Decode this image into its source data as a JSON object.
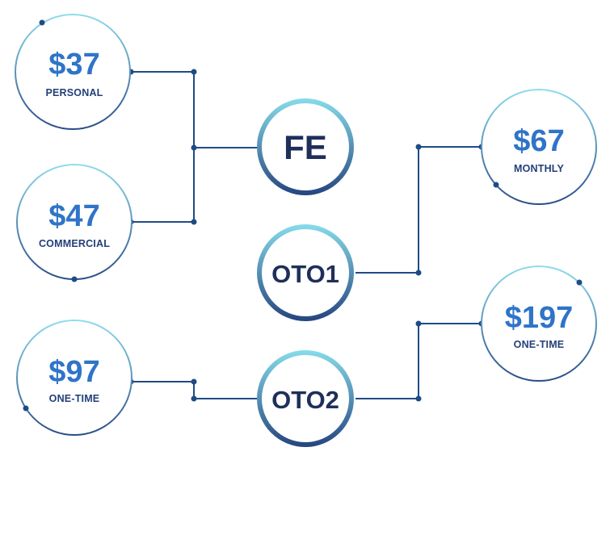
{
  "colors": {
    "spine_top": "#7fd9e6",
    "spine_bottom": "#2a4b86",
    "connector": "#1f4b85",
    "price_text": "#2f74c8",
    "label_text": "#23407a",
    "stage_text": "#1f2f5a"
  },
  "stages": [
    {
      "id": "fe",
      "label": "FE"
    },
    {
      "id": "oto1",
      "label": "OTO1"
    },
    {
      "id": "oto2",
      "label": "OTO2"
    }
  ],
  "offers": [
    {
      "id": "personal",
      "price": "$37",
      "label": "PERSONAL",
      "stage": "fe"
    },
    {
      "id": "commercial",
      "price": "$47",
      "label": "COMMERCIAL",
      "stage": "fe"
    },
    {
      "id": "monthly",
      "price": "$67",
      "label": "MONTHLY",
      "stage": "oto1"
    },
    {
      "id": "oto2-left",
      "price": "$97",
      "label": "ONE-TIME",
      "stage": "oto2"
    },
    {
      "id": "oto2-right",
      "price": "$197",
      "label": "ONE-TIME",
      "stage": "oto2"
    }
  ]
}
